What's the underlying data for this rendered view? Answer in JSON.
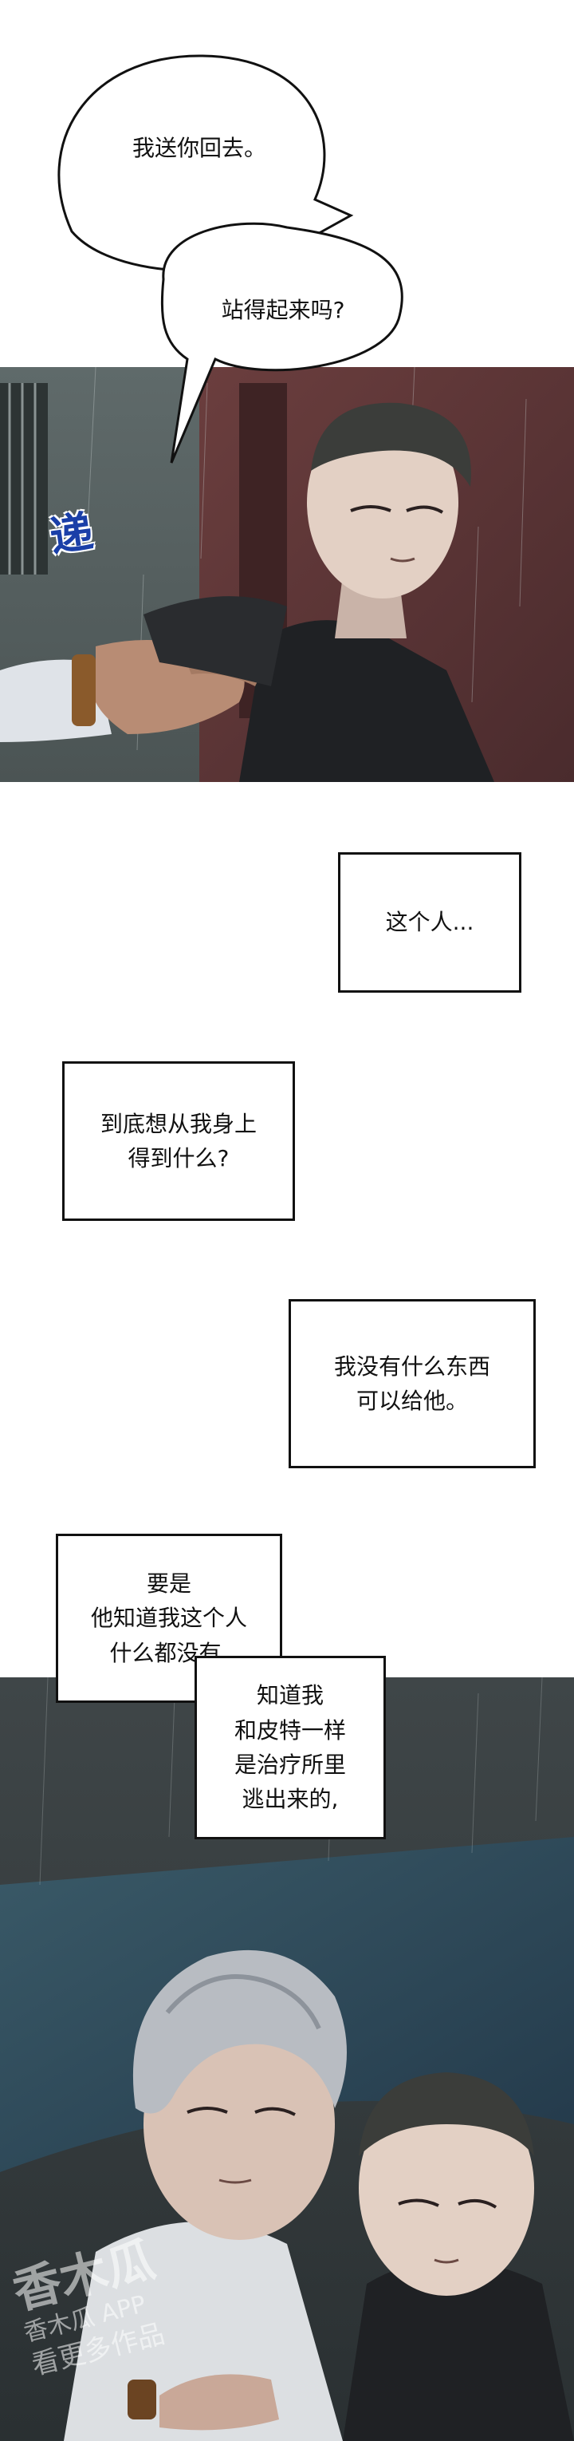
{
  "panel1": {
    "speech_1": "我送你回去。",
    "speech_2": "站得起来吗?",
    "sfx": "递"
  },
  "narration": {
    "box_1": "这个人...",
    "box_2": "到底想从我身上\n得到什么?",
    "box_3": "我没有什么东西\n可以给他。",
    "box_4": "要是\n他知道我这个人\n什么都没有,",
    "box_5": "知道我\n和皮特一样\n是治疗所里\n逃出来的,"
  },
  "watermark": {
    "line_1": "香木瓜",
    "line_2": "香木瓜 APP",
    "line_3": "看更多作品"
  }
}
